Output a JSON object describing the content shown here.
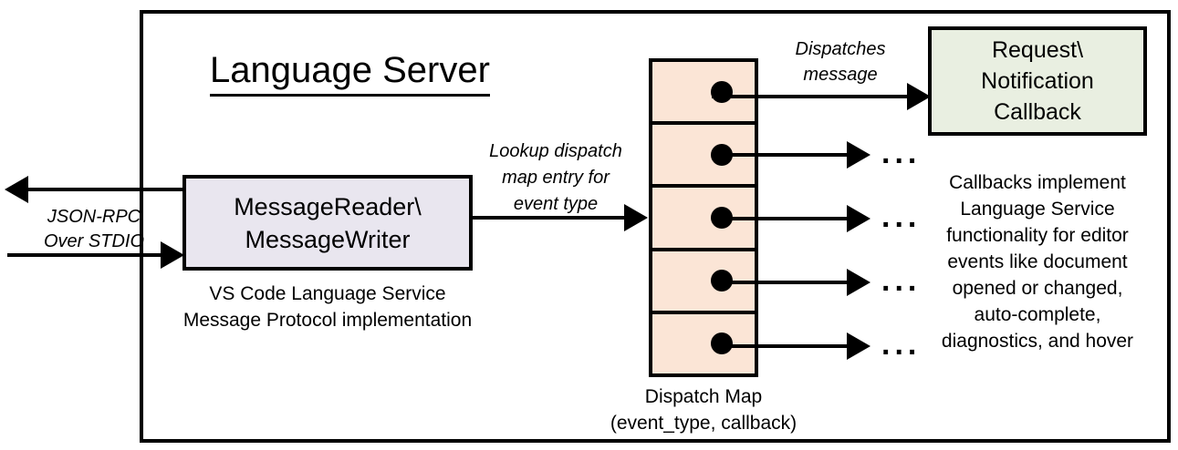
{
  "diagram": {
    "title": "Language Server",
    "outer_border_color": "#000000",
    "background": "#ffffff"
  },
  "external_io": {
    "label_line1": "JSON-RPC",
    "label_line2": "Over STDIO",
    "outbound_arrow_direction": "left",
    "inbound_arrow_direction": "right"
  },
  "message_box": {
    "line1": "MessageReader\\",
    "line2": "MessageWriter",
    "fill_color": "#E9E6EF",
    "caption_line1": "VS Code Language Service",
    "caption_line2": "Message Protocol implementation"
  },
  "lookup_label": {
    "line1": "Lookup dispatch",
    "line2": "map entry for",
    "line3": "event type"
  },
  "dispatch_map": {
    "fill_color": "#FBE5D6",
    "row_count": 5,
    "rows": [
      {
        "dot": "entry-dot",
        "outlet": "arrow-to-callback"
      },
      {
        "dot": "entry-dot",
        "outlet": "arrow-to-ellipsis"
      },
      {
        "dot": "entry-dot",
        "outlet": "arrow-to-ellipsis"
      },
      {
        "dot": "entry-dot",
        "outlet": "arrow-to-ellipsis"
      },
      {
        "dot": "entry-dot",
        "outlet": "arrow-to-ellipsis"
      }
    ],
    "caption_line1": "Dispatch Map",
    "caption_line2": "(event_type, callback)",
    "ellipsis_glyph": "..."
  },
  "dispatch_label": {
    "line1": "Dispatches",
    "line2": "message"
  },
  "callback_box": {
    "line1": "Request\\",
    "line2": "Notification",
    "line3": "Callback",
    "fill_color": "#E9EFE1",
    "caption_line1": "Callbacks implement",
    "caption_line2": "Language Service",
    "caption_line3": "functionality for editor",
    "caption_line4": "events like document",
    "caption_line5": "opened or changed,",
    "caption_line6": "auto-complete,",
    "caption_line7": "diagnostics, and hover"
  }
}
